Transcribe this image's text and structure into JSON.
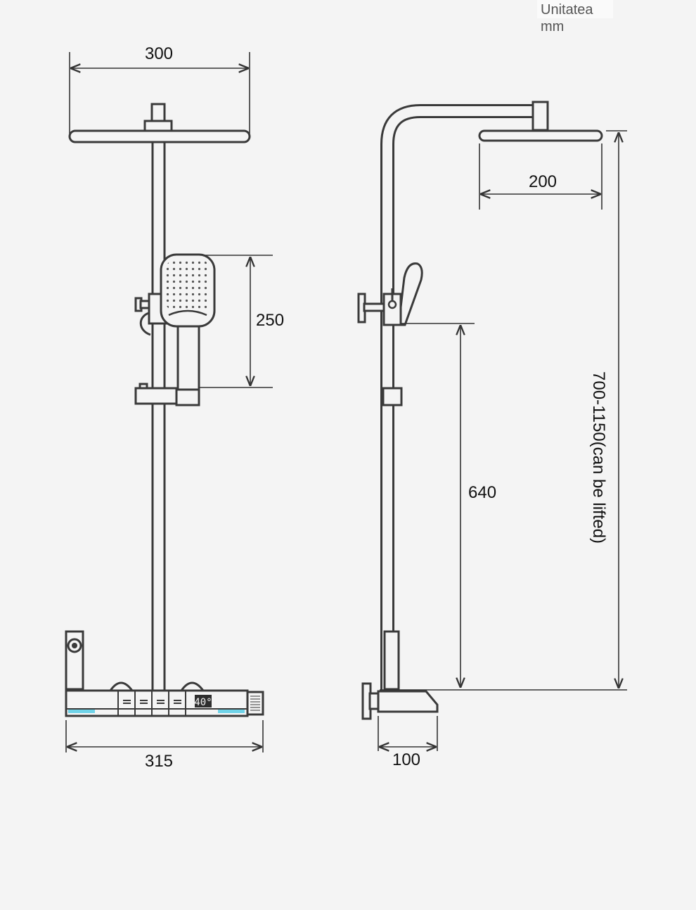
{
  "unit": {
    "line1": "Unitatea",
    "line2": "mm"
  },
  "front_view": {
    "head_width": "300",
    "handset_length": "250",
    "base_width": "315",
    "display_temp": "40°"
  },
  "side_view": {
    "head_depth": "200",
    "slider_height": "640",
    "total_height": "700-1150(can be lifted)",
    "base_depth": "100"
  },
  "colors": {
    "line": "#3a3a3a",
    "accent": "#6fd3e8",
    "background": "#f4f4f4"
  }
}
